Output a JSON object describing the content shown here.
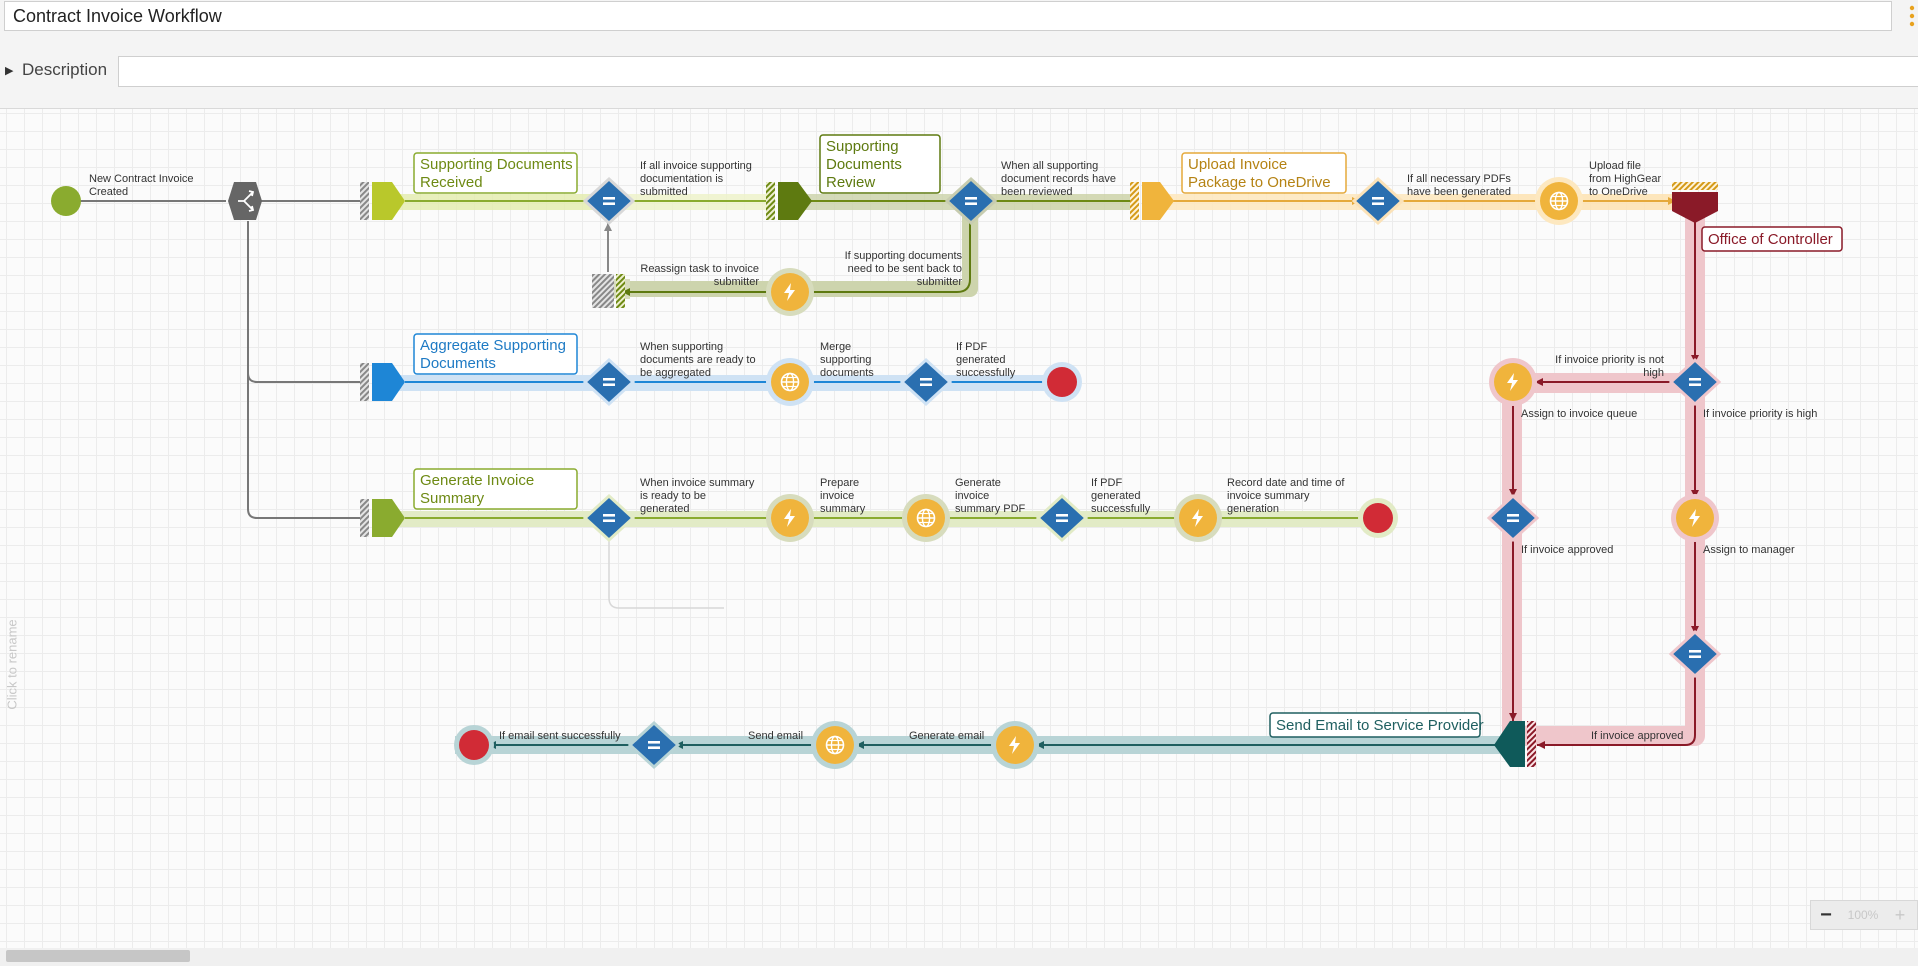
{
  "workflow": {
    "title": "Contract Invoice Workflow",
    "description_label": "Description",
    "description_value": "",
    "rename_hint": "Click to rename"
  },
  "zoom": {
    "minus": "−",
    "value": "100%",
    "plus": "+"
  },
  "colors": {
    "green": "#8aab2f",
    "olive": "#5e7a10",
    "blue": "#2a6fb0",
    "lightblue": "#1e86d6",
    "amber": "#f0b43c",
    "red": "#c0303a",
    "crimson": "#7d1020",
    "teal": "#1f5f60",
    "gray": "#6b6b6b"
  },
  "lanes": {
    "supporting_received": "Supporting Documents Received",
    "supporting_review": "Supporting Documents Review",
    "upload": "Upload Invoice Package to OneDrive",
    "controller": "Office of Controller",
    "aggregate": "Aggregate Supporting Documents",
    "generate": "Generate Invoice Summary",
    "send_email": "Send Email to Service Provider"
  },
  "labels": {
    "start": "New Contract Invoice Created",
    "cond_submitted": "If all invoice supporting documentation is submitted",
    "cond_reviewed": "When all supporting document records have been reviewed",
    "cond_send_back": "If supporting documents need to be sent back to submitter",
    "reassign": "Reassign task to invoice submitter",
    "cond_pdfs": "If all necessary PDFs have been generated",
    "upload_file": "Upload file from HighGear to OneDrive",
    "cond_aggregated": "When supporting documents are ready to be aggregated",
    "merge": "Merge supporting documents",
    "cond_pdf_ok_1": "If PDF generated successfully",
    "cond_summary_ready": "When invoice summary is ready to be generated",
    "prepare": "Prepare invoice summary",
    "gen_pdf": "Generate invoice summary PDF",
    "cond_pdf_ok_2": "If PDF generated successfully",
    "record": "Record date and time of invoice summary generation",
    "cond_not_high": "If invoice priority is not high",
    "assign_queue": "Assign to invoice queue",
    "cond_high": "If invoice priority is high",
    "cond_approved_left": "If invoice approved",
    "assign_manager": "Assign to manager",
    "cond_approved_bottom": "If invoice approved",
    "generate_email": "Generate email",
    "send_email": "Send email",
    "email_ok": "If email sent successfully"
  }
}
